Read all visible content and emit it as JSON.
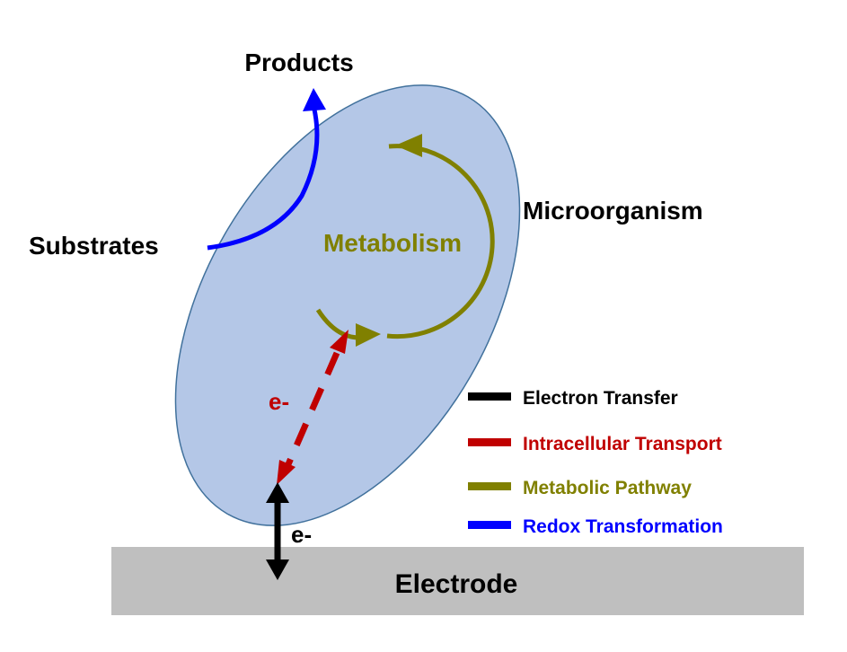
{
  "labels": {
    "products": "Products",
    "substrates": "Substrates",
    "microorganism": "Microorganism",
    "metabolism": "Metabolism",
    "electron_inner": "e-",
    "electron_outer": "e-",
    "electrode": "Electrode"
  },
  "legend": {
    "items": [
      {
        "label": "Electron Transfer",
        "color": "#000000"
      },
      {
        "label": "Intracellular Transport",
        "color": "#c00000"
      },
      {
        "label": "Metabolic Pathway",
        "color": "#808000"
      },
      {
        "label": "Redox Transformation",
        "color": "#0000ff"
      }
    ]
  },
  "colors": {
    "cell_fill": "#b4c7e7",
    "cell_stroke": "#41719c",
    "electrode_fill": "#bfbfbf",
    "redox": "#0000ff",
    "metabolic": "#808000",
    "intracellular": "#c00000",
    "electron_transfer": "#000000"
  }
}
